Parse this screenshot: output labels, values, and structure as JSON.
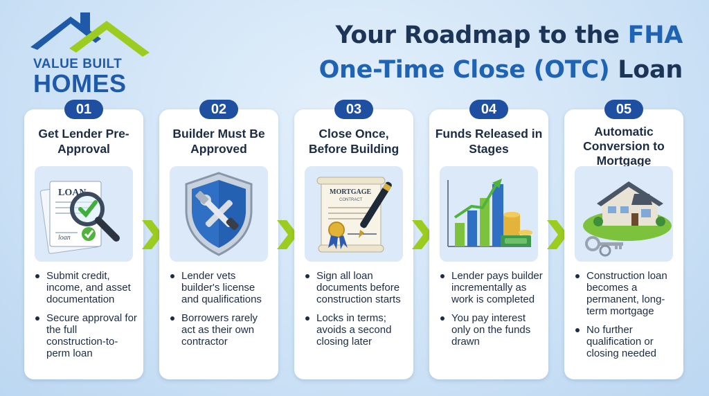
{
  "logo": {
    "line1": "VALUE BUILT",
    "line2": "HOMES"
  },
  "title": {
    "line1_main": "Your Roadmap to the ",
    "line1_accent": "FHA",
    "line2_accent": "One-Time Close (OTC)",
    "line2_main": " Loan"
  },
  "colors": {
    "navy": "#1c3557",
    "blue": "#1f63b5",
    "badge": "#1e4fa0",
    "green": "#9ccc1f",
    "background": "#cfe3f7"
  },
  "steps": [
    {
      "number": "01",
      "title": "Get Lender Pre-Approval",
      "illustration": "loan-document-magnifier-icon",
      "illustration_text": [
        "LOAN",
        "loan"
      ],
      "bullets": [
        "Submit credit, income, and asset documentation",
        "Secure approval for the full construction-to-perm loan"
      ]
    },
    {
      "number": "02",
      "title": "Builder Must Be Approved",
      "illustration": "shield-tools-icon",
      "bullets": [
        "Lender vets builder's license and qualifications",
        "Borrowers rarely act as their own contractor"
      ]
    },
    {
      "number": "03",
      "title": "Close Once, Before Building",
      "illustration": "mortgage-contract-pen-icon",
      "illustration_text": [
        "MORTGAGE",
        "CONTRACT"
      ],
      "bullets": [
        "Sign all loan documents before construction starts",
        "Locks in terms; avoids a second closing later"
      ]
    },
    {
      "number": "04",
      "title": "Funds Released in Stages",
      "illustration": "growth-chart-money-icon",
      "bullets": [
        "Lender pays builder incrementally as work is completed",
        "You pay interest only on the funds drawn"
      ]
    },
    {
      "number": "05",
      "title": "Automatic Conversion to Mortgage",
      "illustration": "house-keys-icon",
      "bullets": [
        "Construction loan becomes a permanent, long-term mortgage",
        "No further qualification or closing needed"
      ]
    }
  ]
}
